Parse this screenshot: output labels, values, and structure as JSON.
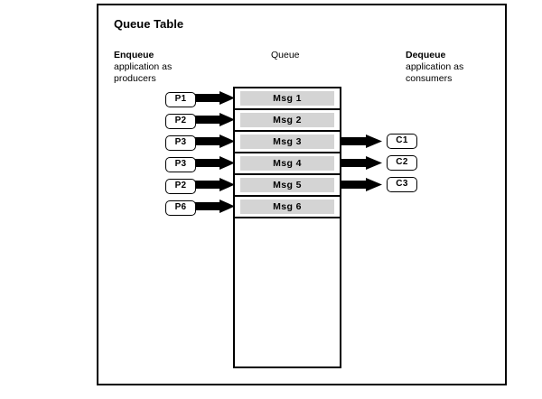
{
  "diagram": {
    "title": "Queue Table",
    "captions": {
      "enqueue": {
        "head": "Enqueue",
        "body": "application as\nproducers"
      },
      "queue": {
        "head": "",
        "body": "Queue"
      },
      "dequeue": {
        "head": "Dequeue",
        "body": "application as\nconsumers"
      }
    },
    "enqueue_head": "Enqueue",
    "enqueue_line2": "application as",
    "enqueue_line3": "producers",
    "queue_label": "Queue",
    "dequeue_head": "Dequeue",
    "dequeue_line2": "application as",
    "dequeue_line3": "consumers",
    "producers": [
      {
        "label": "P1"
      },
      {
        "label": "P2"
      },
      {
        "label": "P3"
      },
      {
        "label": "P3"
      },
      {
        "label": "P2"
      },
      {
        "label": "P6"
      }
    ],
    "messages": [
      {
        "label": "Msg 1"
      },
      {
        "label": "Msg 2"
      },
      {
        "label": "Msg 3"
      },
      {
        "label": "Msg 4"
      },
      {
        "label": "Msg 5"
      },
      {
        "label": "Msg 6"
      }
    ],
    "consumers": [
      {
        "label": "C1"
      },
      {
        "label": "C2"
      },
      {
        "label": "C3"
      }
    ],
    "enqueue_arrow_count": 6,
    "dequeue_arrow_count": 3,
    "icons": {
      "enqueue_arrow": "right-block-arrow-icon",
      "dequeue_arrow": "right-block-arrow-icon"
    },
    "colors": {
      "stroke": "#000000",
      "message_fill": "#d4d4d4",
      "arrow_fill": "#000000",
      "background": "#ffffff"
    }
  }
}
